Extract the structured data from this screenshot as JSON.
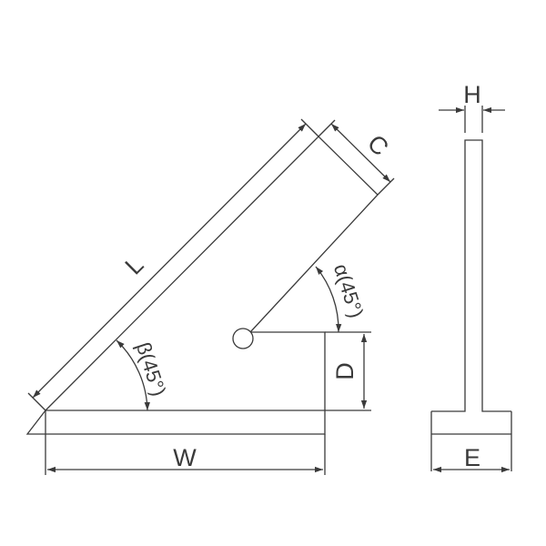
{
  "colors": {
    "stroke": "#3a3a3a",
    "background": "#ffffff"
  },
  "labels": {
    "L": "L",
    "C": "C",
    "H": "H",
    "D": "D",
    "W": "W",
    "E": "E",
    "alpha": "α(45°)",
    "beta": "β(45°)"
  }
}
